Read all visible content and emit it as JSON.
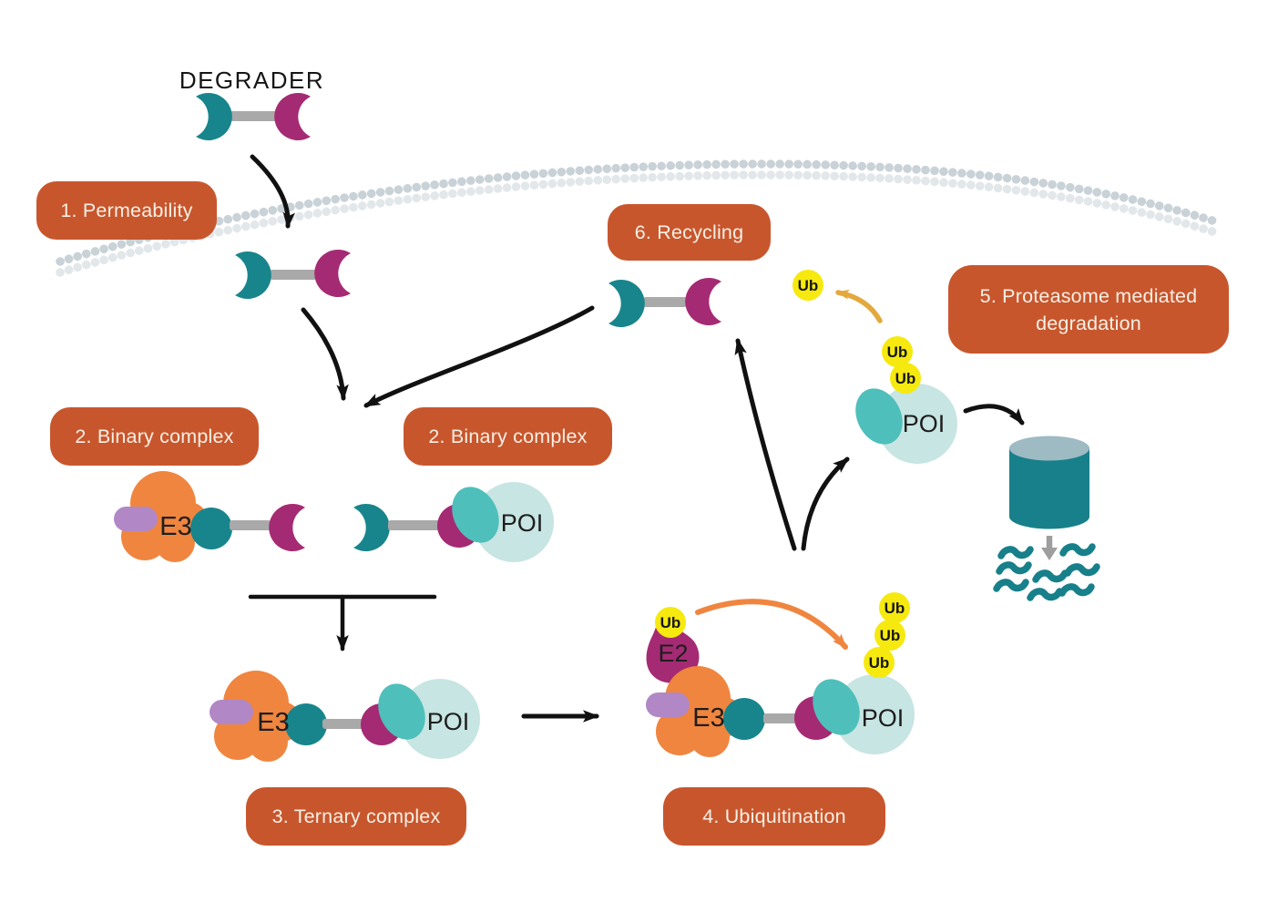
{
  "diagram": {
    "title": "DEGRADER",
    "steps": {
      "s1": "1. Permeability",
      "s2a": "2. Binary complex",
      "s2b": "2. Binary complex",
      "s3": "3. Ternary complex",
      "s4": "4. Ubiquitination",
      "s5_line1": "5. Proteasome mediated",
      "s5_line2": "degradation",
      "s6": "6. Recycling"
    },
    "labels": {
      "e3": "E3",
      "e2": "E2",
      "poi": "POI",
      "ub": "Ub"
    },
    "colors": {
      "step_badge": "#C8562D",
      "badge_text": "#F6F0E5",
      "teal_warhead": "#18858C",
      "magenta_warhead": "#A52A74",
      "linker_gray": "#A9A9A9",
      "e3_orange": "#F0853F",
      "pill_purple": "#B187C6",
      "poi_light": "#C7E5E2",
      "poi_dark": "#4FBFBB",
      "ub_yellow": "#F6E90F",
      "proteasome_teal": "#17808A",
      "proteasome_lid": "#9EBAC3",
      "membrane_top": "#C8D2D7",
      "membrane_bottom": "#E2E7EA",
      "arrow_black": "#111111",
      "arrow_orange": "#F0853F",
      "arrow_gold": "#E3A93C",
      "gray_arrow": "#9E9E9E",
      "text_dark": "#1E1E1E"
    }
  }
}
